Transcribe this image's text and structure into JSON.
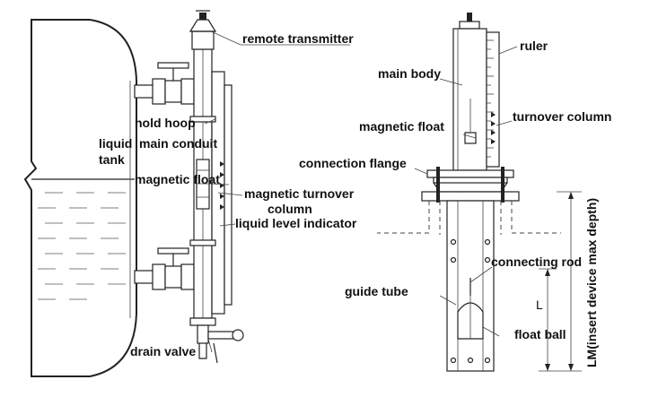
{
  "labels": {
    "remote_transmitter": "remote transmitter",
    "ruler": "ruler",
    "main_body": "main body",
    "turnover_column": "turnover column",
    "hold_hoop": "hold hoop",
    "liquid": "liquid",
    "tank": "tank",
    "main_conduit": "main conduit",
    "magnetic_float_left": "magnetic float",
    "magnetic_float_right": "magnetic float",
    "connection_flange": "connection flange",
    "magnetic_turnover": "magnetic turnover",
    "column": "column",
    "liquid_level_indicator": "liquid level indicator",
    "connecting_rod": "connecting rod",
    "guide_tube": "guide tube",
    "float_ball": "float ball",
    "drain_valve": "drain valve",
    "dim_l": "L",
    "dim_lm": "LM(insert device max depth)"
  },
  "colors": {
    "line": "#222222",
    "text": "#111111",
    "background": "#ffffff"
  }
}
